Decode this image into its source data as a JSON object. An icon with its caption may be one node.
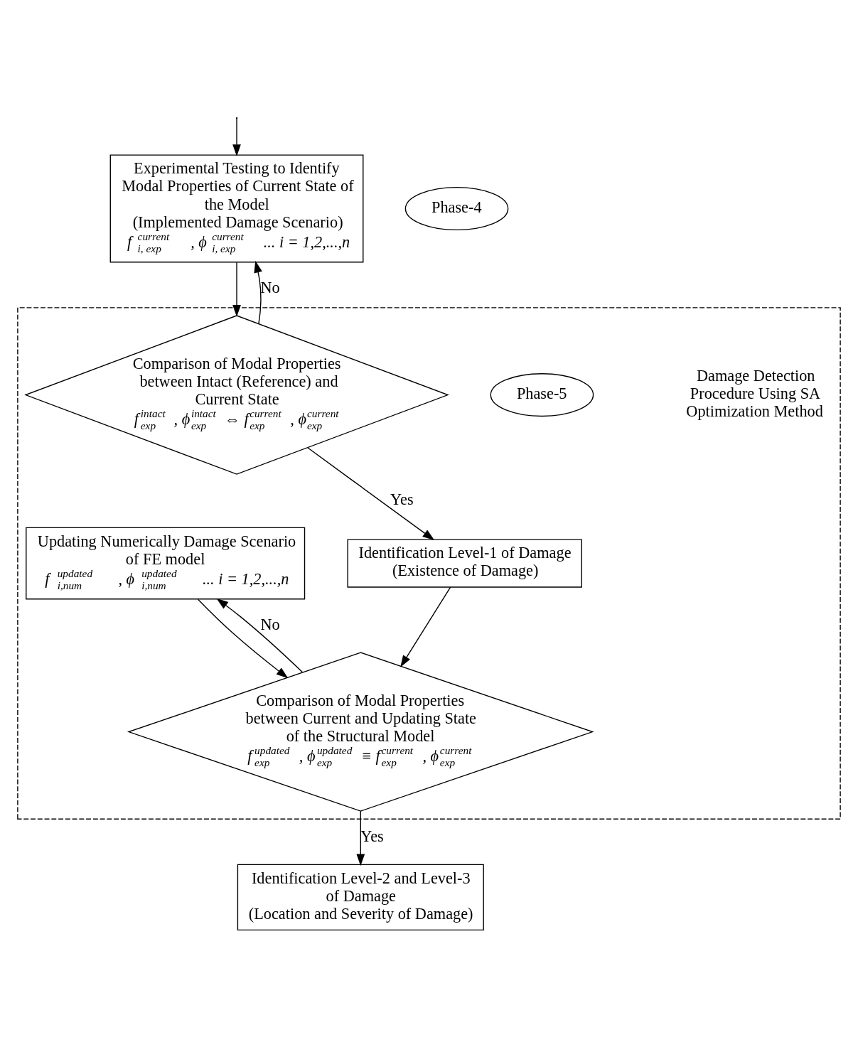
{
  "diagram": {
    "nodes": [
      {
        "text": [
          "Experimental Testing to Identify Modal Properties of Current State of the Model",
          "(Implemented Damage Scenario)",
          "f$^{current}$$_{i, exp}$ , ϕ$^{current}$$_{i, exp}$ ... i = 1,2,...,n"
        ]
      },
      {
        "text": [
          "Phase-4"
        ]
      },
      {
        "text": [],
        "shape": "box"
      },
      {
        "text": [
          "Phase-5"
        ],
        "in": 2
      },
      {
        "text": [
          "Comparison of Modal Properties between Intact (Reference) and Current State",
          "f$^{intact}$$_{exp}$ , ϕ$^{intact}$$_{exp}$ ⇔ f$^{current}$$_{exp}$ , ϕ$^{current}$$_{exp}$"
        ],
        "in": 2
      },
      {
        "text": [
          "Identification Level-1 of Damage",
          "(Existence of Damage)"
        ],
        "in": 2
      },
      {
        "text": [
          "Updating Numerically Damage Scenario of FE model",
          "f$^{updated}$$_{i,num}$ , ϕ$^{updated}$$_{i,num}$ ... i = 1,2,...,n"
        ],
        "in": 2
      },
      {
        "text": [
          "Comparison of Modal Properties between Current and Updating State of the Structural Model",
          "f$^{updated}$$_{exp}$ , ϕ$^{updated}$$_{exp}$ ≡ f$^{current}$$_{exp}$ , ϕ$^{current}$$_{exp}$"
        ],
        "in": 2
      },
      {
        "text": [
          "Identification Level-2 and Level-3 of Damage",
          "(Location and Severity of Damage)"
        ]
      }
    ],
    "edges": [
      {
        "from": null,
        "to": 0,
        "arrow": "to"
      },
      {
        "from": 0,
        "to": 4,
        "arrow": "to"
      },
      {
        "from": 4,
        "to": 0,
        "arrow": "to",
        "label": "No"
      },
      {
        "from": 4,
        "to": 5,
        "arrow": "to",
        "label": "Yes"
      },
      {
        "from": 5,
        "to": 7,
        "arrow": "to"
      },
      {
        "from": 7,
        "to": 6,
        "arrow": "to",
        "label": "No"
      },
      {
        "from": 6,
        "to": 7,
        "arrow": "to"
      },
      {
        "from": 7,
        "to": 8,
        "arrow": "to",
        "label": "Yes"
      }
    ],
    "labels": [
      "Damage Detection Procedure Using SA Optimization Method"
    ]
  }
}
